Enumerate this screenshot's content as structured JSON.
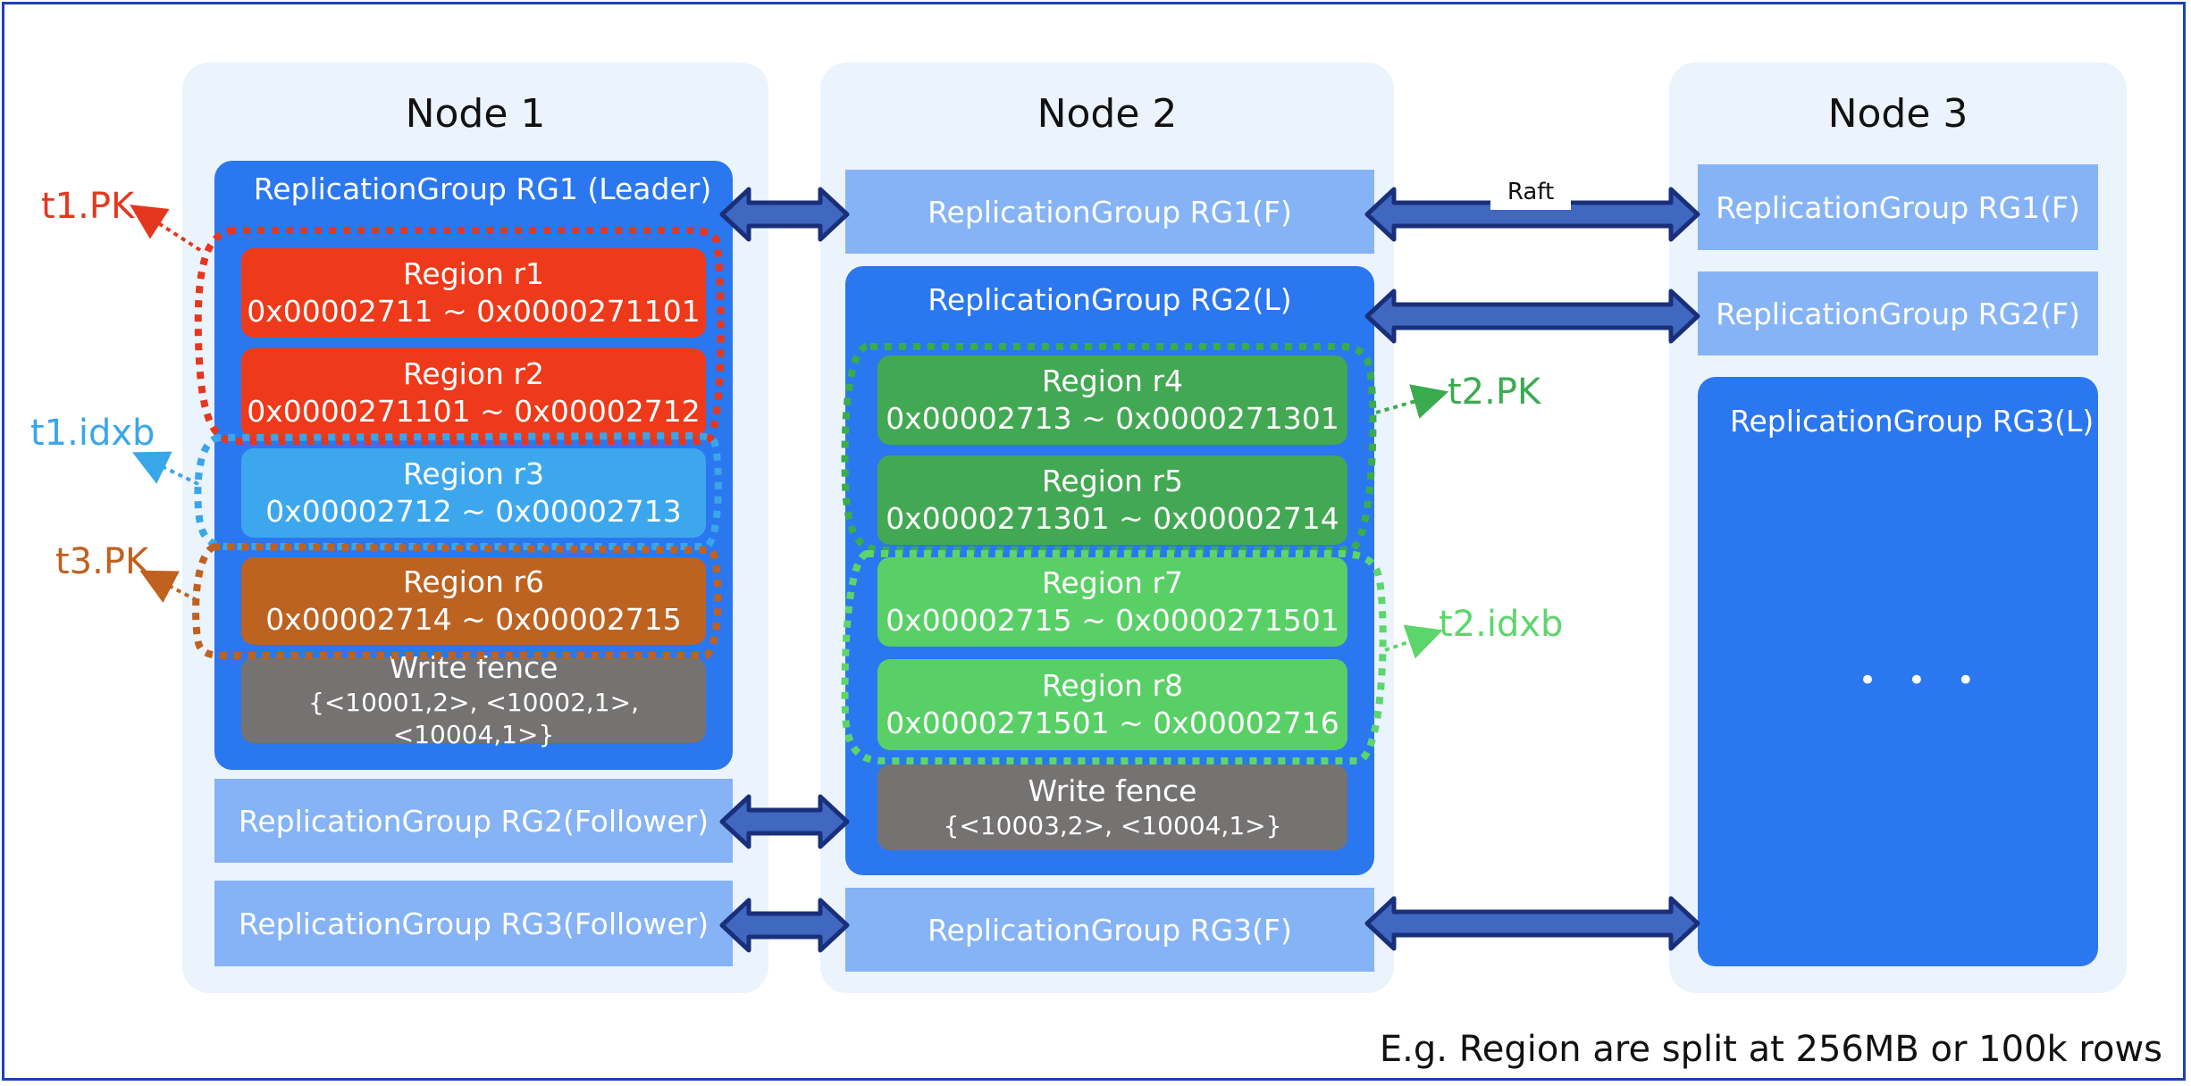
{
  "nodes": [
    {
      "title": "Node 1",
      "rg1": "ReplicationGroup RG1 (Leader)",
      "regions": [
        {
          "name": "Region r1",
          "range": "0x00002711 ~ 0x0000271101"
        },
        {
          "name": "Region r2",
          "range": "0x0000271101 ~ 0x00002712"
        },
        {
          "name": "Region r3",
          "range": "0x00002712 ~ 0x00002713"
        },
        {
          "name": "Region r6",
          "range": "0x00002714 ~ 0x00002715"
        }
      ],
      "fence": {
        "title": "Write fence",
        "values": "{<10001,2>, <10002,1>, <10004,1>}"
      },
      "rg2": "ReplicationGroup RG2(Follower)",
      "rg3": "ReplicationGroup RG3(Follower)"
    },
    {
      "title": "Node 2",
      "rg1": "ReplicationGroup RG1(F)",
      "rg2": "ReplicationGroup RG2(L)",
      "regions": [
        {
          "name": "Region r4",
          "range": "0x00002713 ~ 0x0000271301"
        },
        {
          "name": "Region r5",
          "range": "0x0000271301 ~ 0x00002714"
        },
        {
          "name": "Region r7",
          "range": "0x00002715 ~ 0x0000271501"
        },
        {
          "name": "Region r8",
          "range": "0x0000271501 ~ 0x00002716"
        }
      ],
      "fence": {
        "title": "Write fence",
        "values": "{<10003,2>, <10004,1>}"
      },
      "rg3": "ReplicationGroup RG3(F)"
    },
    {
      "title": "Node 3",
      "rg1": "ReplicationGroup RG1(F)",
      "rg2": "ReplicationGroup RG2(F)",
      "rg3": "ReplicationGroup RG3(L)",
      "ellipsis": "• • •"
    }
  ],
  "raft_label": "Raft",
  "labels": {
    "t1_pk": "t1.PK",
    "t1_idxb": "t1.idxb",
    "t3_pk": "t3.PK",
    "t2_pk": "t2.PK",
    "t2_idxb": "t2.idxb"
  },
  "colors": {
    "t1_pk": "#e5371f",
    "t1_idxb": "#3aa6ea",
    "t3_pk": "#c0611f",
    "t2_pk": "#3bab4f",
    "t2_idxb": "#5cd66c",
    "region_r1_r2": "#ee3a1a",
    "region_r3": "#3da7ee",
    "region_r6": "#bc6322",
    "region_r4_r5": "#43a853",
    "region_r7_r8": "#58d066",
    "fence": "#757272",
    "container": "#2b77ef",
    "follower_box": "#85b3f5",
    "arrow": "#4068c0"
  },
  "footnote": "E.g. Region are split at 256MB or 100k rows"
}
